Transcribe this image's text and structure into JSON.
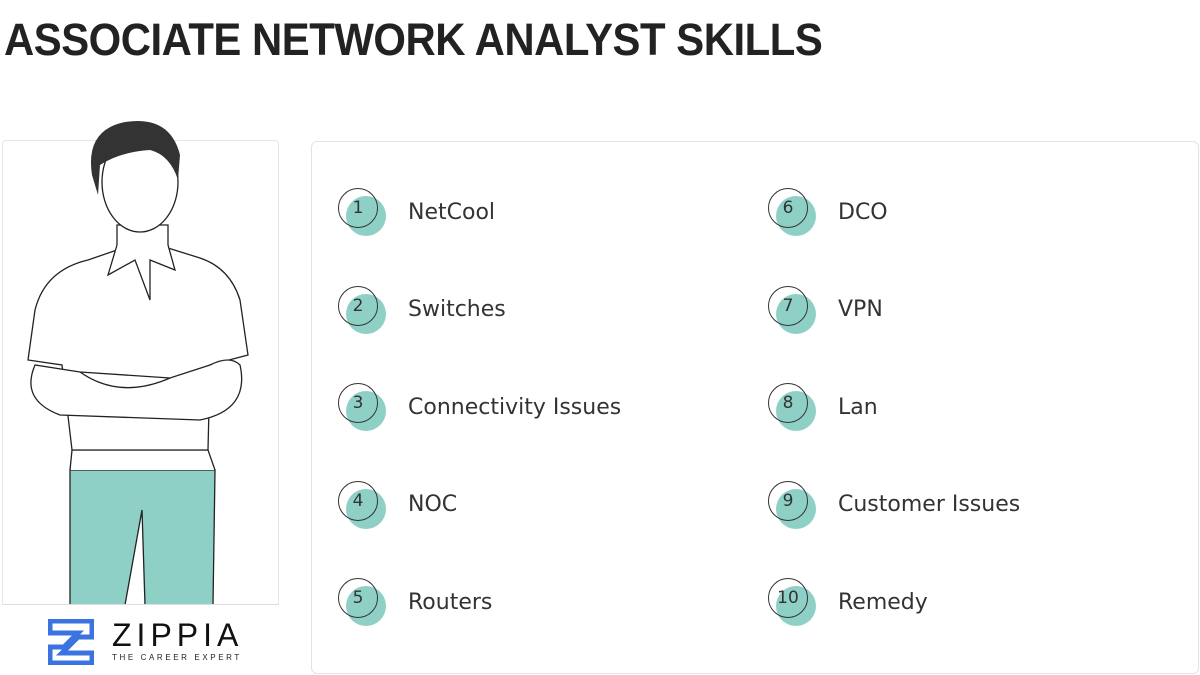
{
  "title": "ASSOCIATE NETWORK ANALYST SKILLS",
  "logo": {
    "name": "ZIPPIA",
    "tagline": "THE CAREER EXPERT",
    "color": "#3b73e0"
  },
  "accent": "#8fd0c6",
  "skills": [
    {
      "n": "1",
      "label": "NetCool"
    },
    {
      "n": "2",
      "label": "Switches"
    },
    {
      "n": "3",
      "label": "Connectivity Issues"
    },
    {
      "n": "4",
      "label": "NOC"
    },
    {
      "n": "5",
      "label": "Routers"
    },
    {
      "n": "6",
      "label": "DCO"
    },
    {
      "n": "7",
      "label": "VPN"
    },
    {
      "n": "8",
      "label": "Lan"
    },
    {
      "n": "9",
      "label": "Customer Issues"
    },
    {
      "n": "10",
      "label": "Remedy"
    }
  ]
}
